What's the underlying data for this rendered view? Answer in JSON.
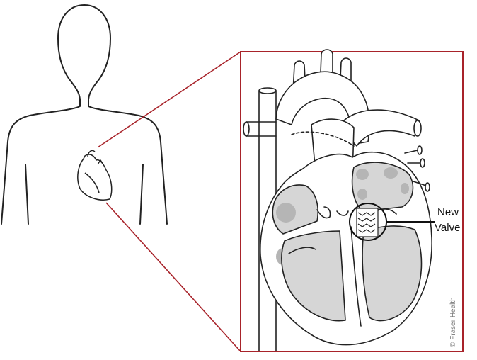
{
  "labels": {
    "new_valve_line1": "New",
    "new_valve_line2": "Valve",
    "credit": "© Fraser Health"
  },
  "colors": {
    "frame": "#a8232a",
    "outline": "#222222",
    "chamber_fill": "#d6d6d6",
    "shadow_fill": "#b5b5b5"
  },
  "icons": [
    "human-silhouette",
    "heart-icon",
    "heart-cross-section",
    "valve-stent-icon"
  ]
}
